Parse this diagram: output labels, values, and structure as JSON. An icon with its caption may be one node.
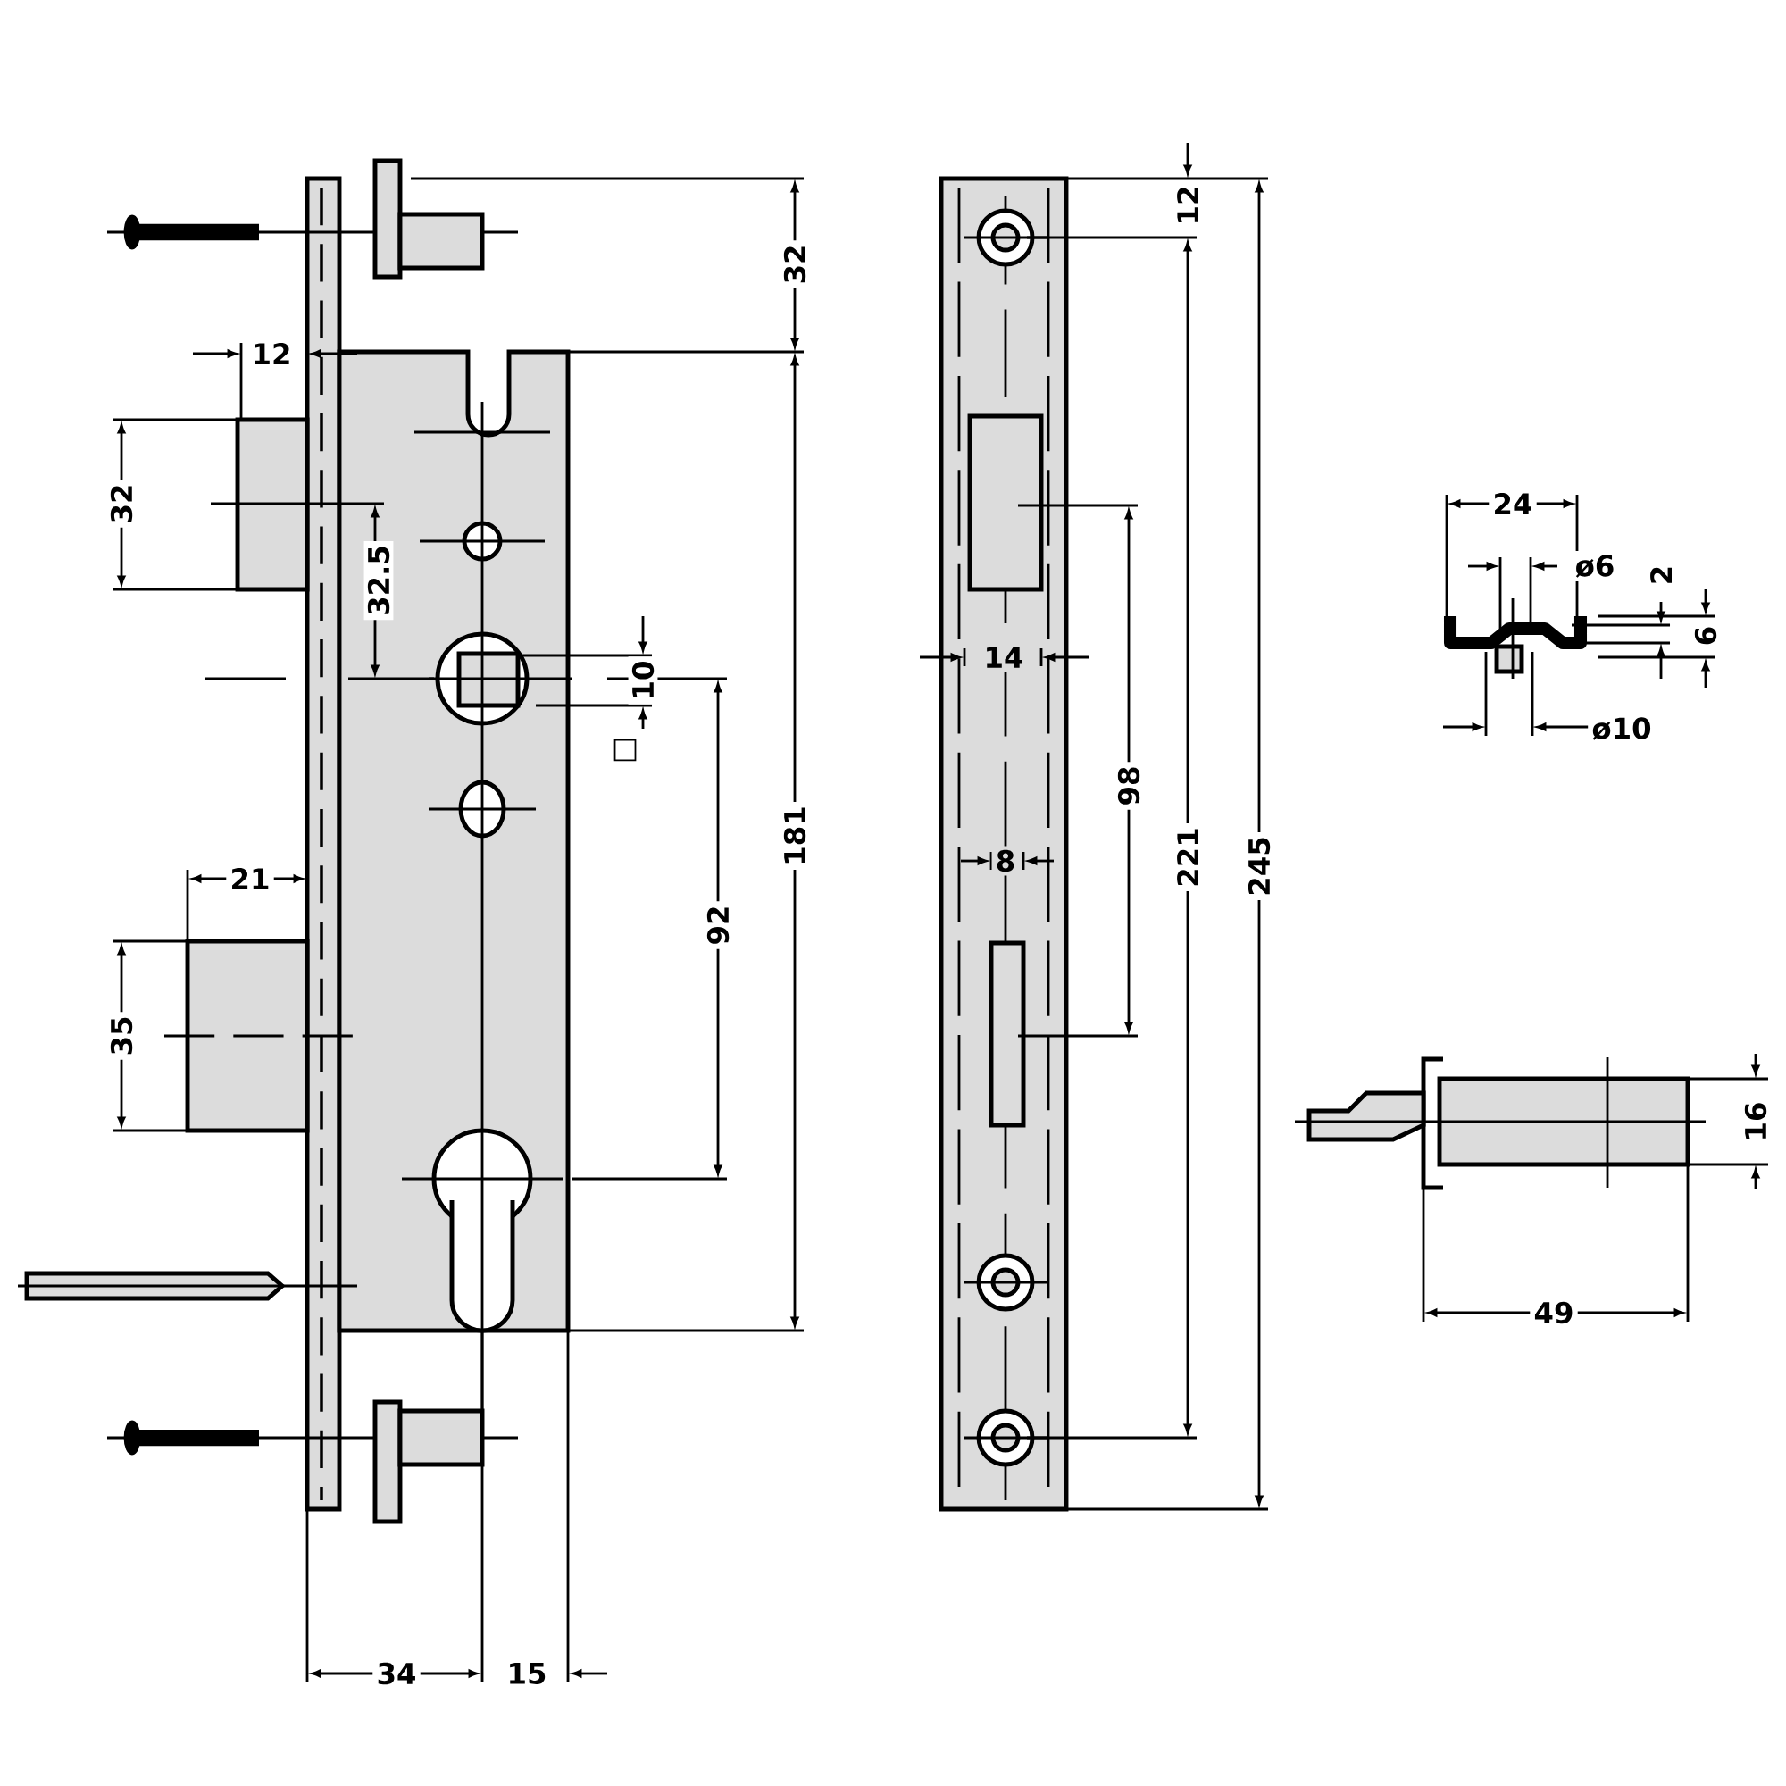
{
  "diagram": {
    "labels": [
      "32",
      "12",
      "32",
      "32.5",
      "10",
      "□",
      "181",
      "92",
      "21",
      "35",
      "34",
      "15",
      "12",
      "221",
      "245",
      "14",
      "98",
      "8",
      "24",
      "ø6",
      "2",
      "6",
      "ø10",
      "16",
      "49"
    ]
  }
}
